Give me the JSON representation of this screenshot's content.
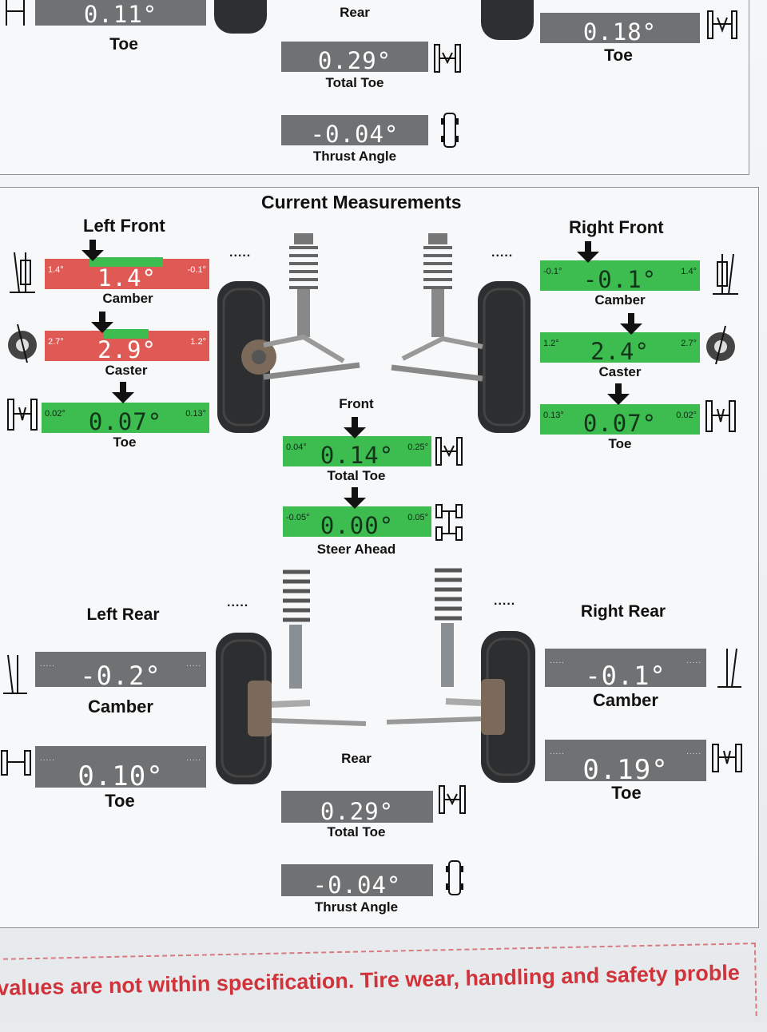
{
  "top": {
    "left_toe": "0.11°",
    "left_toe_label": "Toe",
    "rear_label": "Rear",
    "right_toe": "0.18°",
    "right_toe_label": "Toe",
    "total_toe": "0.29°",
    "total_toe_label": "Total Toe",
    "thrust": "-0.04°",
    "thrust_label": "Thrust Angle"
  },
  "current": {
    "title": "Current Measurements",
    "left_front": {
      "title": "Left Front",
      "camber": {
        "value": "1.4°",
        "min": "1.4°",
        "max": "-0.1°",
        "label": "Camber",
        "status": "out"
      },
      "caster": {
        "value": "2.9°",
        "min": "2.7°",
        "max": "1.2°",
        "label": "Caster",
        "status": "out"
      },
      "toe": {
        "value": "0.07°",
        "min": "0.02°",
        "max": "0.13°",
        "label": "Toe",
        "status": "in"
      }
    },
    "right_front": {
      "title": "Right Front",
      "camber": {
        "value": "-0.1°",
        "min": "-0.1°",
        "max": "1.4°",
        "label": "Camber",
        "status": "in"
      },
      "caster": {
        "value": "2.4°",
        "min": "1.2°",
        "max": "2.7°",
        "label": "Caster",
        "status": "in"
      },
      "toe": {
        "value": "0.07°",
        "min": "0.13°",
        "max": "0.02°",
        "label": "Toe",
        "status": "in"
      }
    },
    "front_center": {
      "label": "Front",
      "total_toe": {
        "value": "0.14°",
        "min": "0.04°",
        "max": "0.25°",
        "label": "Total Toe"
      },
      "steer_ahead": {
        "value": "0.00°",
        "min": "-0.05°",
        "max": "0.05°",
        "label": "Steer Ahead"
      }
    },
    "left_rear": {
      "title": "Left Rear",
      "camber": {
        "value": "-0.2°",
        "label": "Camber"
      },
      "toe": {
        "value": "0.10°",
        "label": "Toe"
      }
    },
    "right_rear": {
      "title": "Right Rear",
      "camber": {
        "value": "-0.1°",
        "label": "Camber"
      },
      "toe": {
        "value": "0.19°",
        "label": "Toe"
      }
    },
    "rear_center": {
      "label": "Rear",
      "total_toe": {
        "value": "0.29°",
        "label": "Total Toe"
      },
      "thrust": {
        "value": "-0.04°",
        "label": "Thrust Angle"
      }
    },
    "dots": "....."
  },
  "warning": "values are not within specification.  Tire wear, handling and safety proble",
  "colors": {
    "out_of_spec": "#e05a55",
    "in_spec": "#3dbd50",
    "no_spec": "#6f7173",
    "warning_text": "#d1333a"
  },
  "icons": [
    "suspension-icon",
    "arrow-down-icon",
    "tire-icon",
    "axle-icon"
  ]
}
